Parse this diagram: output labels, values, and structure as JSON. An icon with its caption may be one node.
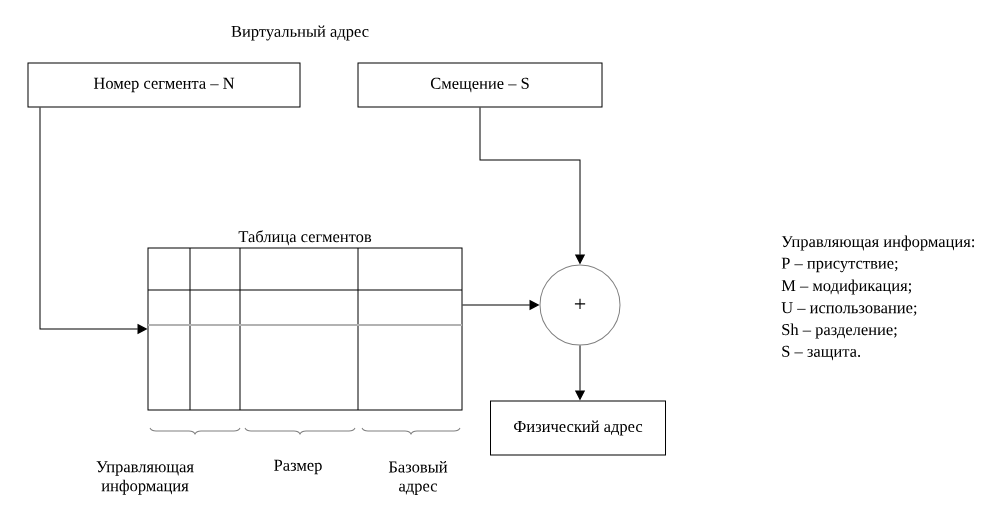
{
  "diagram": {
    "nodes": [
      {
        "text": [
          "Номер сегмента – N"
        ]
      },
      {
        "text": [
          "Смещение – S"
        ]
      },
      {
        "text": [
          "Таблица сегментов"
        ]
      },
      {
        "text": [
          "+"
        ]
      },
      {
        "text": [
          "Физический адрес"
        ]
      }
    ],
    "edges": [
      {
        "from": 0,
        "to": 2,
        "arrow": "to"
      },
      {
        "from": 1,
        "to": 3,
        "arrow": "to"
      },
      {
        "from": 2,
        "to": 3,
        "arrow": "to"
      },
      {
        "from": 3,
        "to": 4,
        "arrow": "to"
      }
    ],
    "labels": [
      "Виртуальный адрес",
      "Управляющая информация:",
      "P – присутствие;",
      "M – модификация;",
      "U – использование;",
      "Sh – разделение;",
      "S – защита.",
      "Управляющая информация",
      "Размер",
      "Базовый адрес"
    ]
  }
}
